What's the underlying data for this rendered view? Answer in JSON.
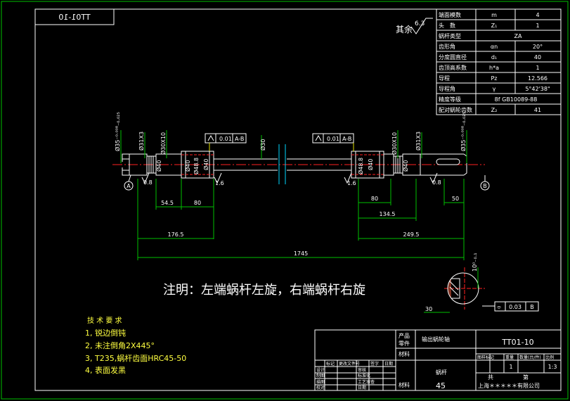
{
  "drawing_id_mirrored": "TT01-10",
  "surface_mark": {
    "label": "其余",
    "roughness": "6.3"
  },
  "params": [
    {
      "name": "端面模数",
      "sym": "m",
      "val": "4"
    },
    {
      "name": "头　数",
      "sym": "Z₁",
      "val": "1"
    },
    {
      "name": "蜗杆类型",
      "sym": "ZA",
      "val": ""
    },
    {
      "name": "齿形角",
      "sym": "αn",
      "val": "20°"
    },
    {
      "name": "分度圆直径",
      "sym": "d₁",
      "val": "40"
    },
    {
      "name": "齿顶高系数",
      "sym": "h*a",
      "val": "1"
    },
    {
      "name": "导程",
      "sym": "Pz",
      "val": "12.566"
    },
    {
      "name": "导程角",
      "sym": "γ",
      "val": "5°42'38\""
    },
    {
      "name": "精度等级",
      "sym": "8f GB10089-88",
      "val": ""
    },
    {
      "name": "配对蜗轮齿数",
      "sym": "Z₂",
      "val": "41"
    }
  ],
  "dims": {
    "d35_left": "Ø35⁻⁰·⁰⁰⁸₋₀.₀₂₅",
    "d35_right": "Ø35⁻⁰·⁰⁰⁸₋₀.₀₂₅",
    "thread_l": "Ø31X3",
    "thread_r": "Ø31X3",
    "d30x10_l": "Ø30X10",
    "d30x10_r": "Ø30X10",
    "d40a": "Ø40",
    "d40b": "Ø40",
    "d40c": "Ø40",
    "d40d": "Ø40",
    "d48": "Ø48.8",
    "d48r": "Ø48.8",
    "d30": "Ø30",
    "d40e": "Ø40",
    "r08l": "0.8",
    "r08r": "0.8",
    "r16l": "1.6",
    "r16r": "1.6",
    "tol_l": "0.01",
    "tol_l_ref": "A-B",
    "tol_r": "0.01",
    "tol_r_ref": "A-B",
    "datum_a": "A",
    "datum_b": "B",
    "len_545": "54.5",
    "len_80l": "80",
    "len_80r": "80",
    "len_1345": "134.5",
    "len_50": "50",
    "len_1765": "176.5",
    "len_2495": "249.5",
    "len_1745": "1745",
    "key_depth": "10⁰₋₀.₁",
    "key_width": "30",
    "key_tol": "0.03",
    "key_tol_ref": "B"
  },
  "note": "注明：左端蜗杆左旋，右端蜗杆右旋",
  "tech_req": {
    "title": "技 术 要 求",
    "items": [
      "1, 锐边倒钝",
      "2, 未注倒角2X445°",
      "3, T235,蜗杆齿面HRC45-50",
      "4, 表面发黑"
    ]
  },
  "title_block": {
    "product_label": "产品",
    "part_label": "零件",
    "product_name": "输出蜗轮轴",
    "drawing_no": "TT01-10",
    "material_label": "材料",
    "part_name": "蜗杆",
    "material": "45",
    "h_stage": "图样标记",
    "h_weight": "重量",
    "h_qty": "数量(台/件)",
    "h_scale": "比例",
    "qty": "1",
    "scale": "1:3",
    "sheet": "共",
    "sheet2": "第",
    "company": "上海＊＊＊＊＊有限公司",
    "rev_labels": [
      "标记",
      "更改文件号",
      "签字",
      "日期"
    ],
    "sign_labels": [
      "设计",
      "制图",
      "描图",
      "校对"
    ],
    "check_labels": [
      "审核",
      "标准化",
      "工艺审查",
      "日期"
    ]
  }
}
